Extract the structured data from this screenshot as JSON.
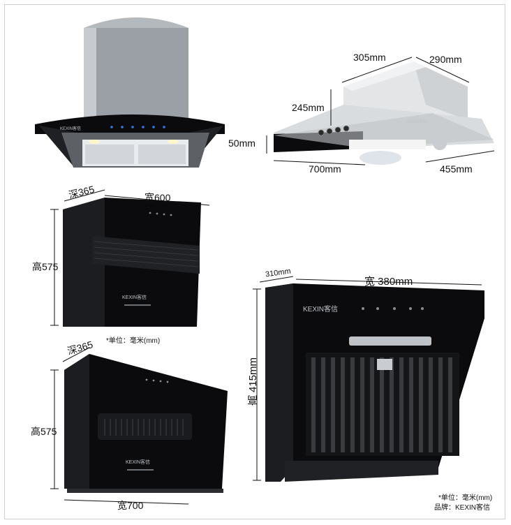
{
  "colors": {
    "steel": "#9aa0a6",
    "glass": "#0b0b0d",
    "panel": "#1a1a1c",
    "line": "#111111",
    "frame": "#cfcfcf"
  },
  "product1": {
    "brand": "KEXIN客信"
  },
  "product2": {
    "dim_depth_top": "305mm",
    "dim_width_top": "290mm",
    "dim_height": "245mm",
    "dim_panel": "50mm",
    "dim_width": "700mm",
    "dim_depth": "455mm",
    "brand": "KEXIN客信"
  },
  "product3": {
    "dim_depth": "深365",
    "dim_width": "宽600",
    "dim_height": "高575",
    "brand": "KEXIN客信"
  },
  "product4": {
    "dim_depth": "深365",
    "dim_height": "高575",
    "dim_width": "宽700",
    "unit_note": "*单位：毫米(mm)",
    "brand": "KEXIN客信"
  },
  "product5": {
    "dim_depth": "310mm",
    "dim_width": "宽 380mm",
    "dim_height": "高 415mm",
    "brand": "KEXIN客信"
  },
  "footer": {
    "unit_note": "*单位：毫米(mm)",
    "brand_note": "品牌：KEXIN客信"
  }
}
